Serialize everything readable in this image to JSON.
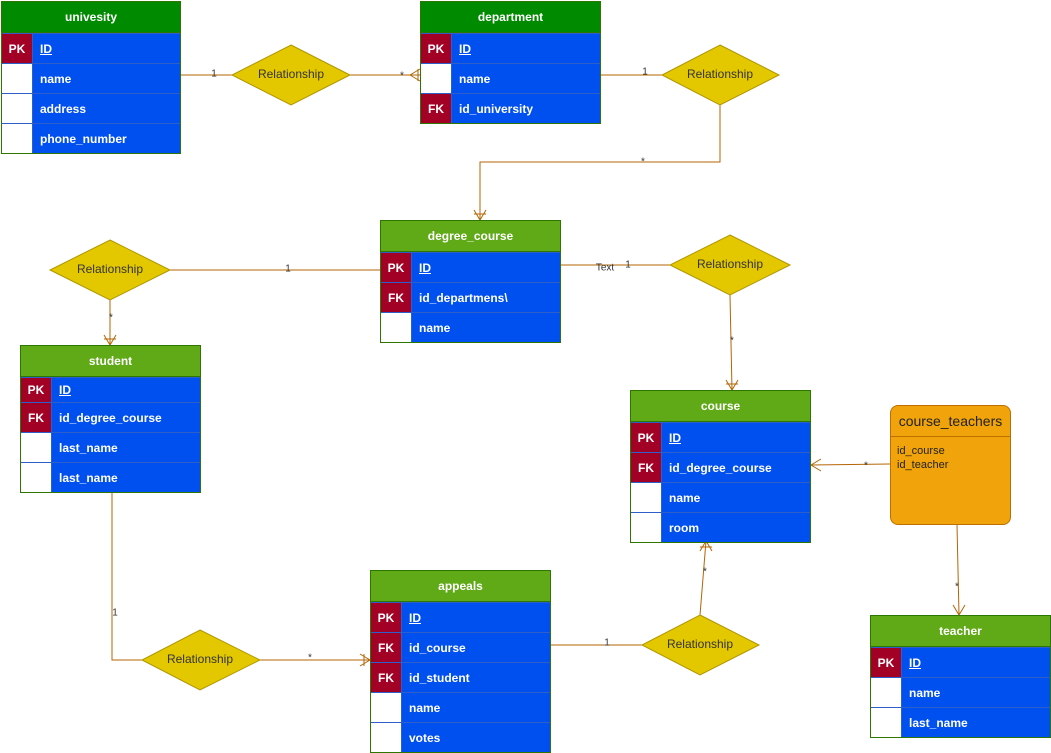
{
  "entities": {
    "univesity": {
      "title": "univesity",
      "rows": [
        {
          "key": "PK",
          "name": "ID"
        },
        {
          "key": "",
          "name": "name"
        },
        {
          "key": "",
          "name": "address"
        },
        {
          "key": "",
          "name": "phone_number"
        }
      ]
    },
    "department": {
      "title": "department",
      "rows": [
        {
          "key": "PK",
          "name": "ID"
        },
        {
          "key": "",
          "name": "name"
        },
        {
          "key": "FK",
          "name": "id_university"
        }
      ]
    },
    "degree_course": {
      "title": "degree_course",
      "rows": [
        {
          "key": "PK",
          "name": "ID"
        },
        {
          "key": "FK",
          "name": "id_departmens\\"
        },
        {
          "key": "",
          "name": "name"
        }
      ]
    },
    "student": {
      "title": "student",
      "rows": [
        {
          "key": "PK",
          "name": "ID"
        },
        {
          "key": "FK",
          "name": "id_degree_course"
        },
        {
          "key": "",
          "name": "last_name"
        },
        {
          "key": "",
          "name": "last_name"
        }
      ]
    },
    "course": {
      "title": "course",
      "rows": [
        {
          "key": "PK",
          "name": "ID"
        },
        {
          "key": "FK",
          "name": "id_degree_course"
        },
        {
          "key": "",
          "name": "name"
        },
        {
          "key": "",
          "name": "room"
        }
      ]
    },
    "appeals": {
      "title": "appeals",
      "rows": [
        {
          "key": "PK",
          "name": "ID"
        },
        {
          "key": "FK",
          "name": "id_course"
        },
        {
          "key": "FK",
          "name": "id_student"
        },
        {
          "key": "",
          "name": "name"
        },
        {
          "key": "",
          "name": "votes"
        }
      ]
    },
    "teacher": {
      "title": "teacher",
      "rows": [
        {
          "key": "PK",
          "name": "ID"
        },
        {
          "key": "",
          "name": "name"
        },
        {
          "key": "",
          "name": "last_name"
        }
      ]
    }
  },
  "course_teachers": {
    "title": "course_teachers",
    "line1": "id_course",
    "line2": "id_teacher"
  },
  "relationship_label": "Relationship",
  "edge_text": "Text",
  "cardinality": {
    "one": "1",
    "many": "*"
  },
  "colors": {
    "title_green": "#60a917",
    "field_blue": "#0050ef",
    "key_red": "#a20025",
    "diamond": "#e3c800",
    "edge": "#b46504",
    "note": "#f0a30a"
  }
}
